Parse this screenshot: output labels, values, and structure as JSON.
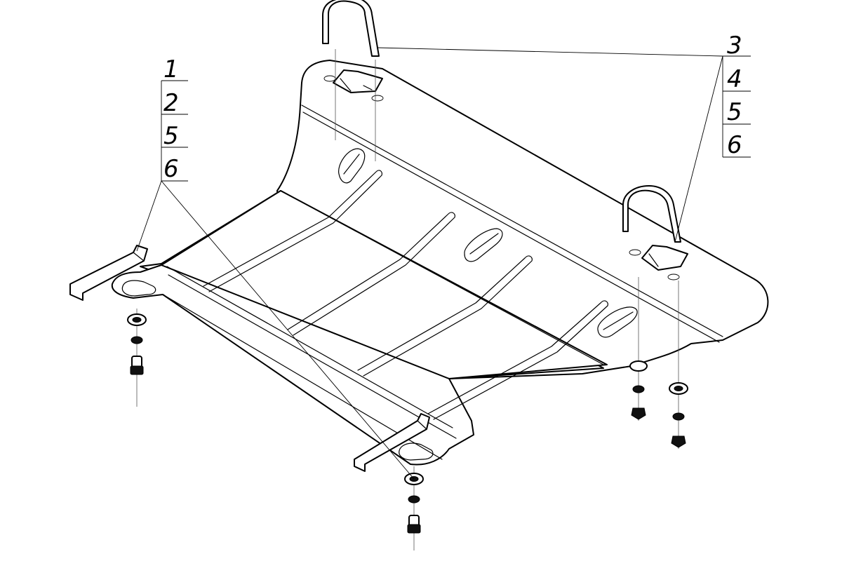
{
  "callouts": {
    "left": [
      "1",
      "2",
      "5",
      "6"
    ],
    "right": [
      "3",
      "4",
      "5",
      "6"
    ]
  }
}
